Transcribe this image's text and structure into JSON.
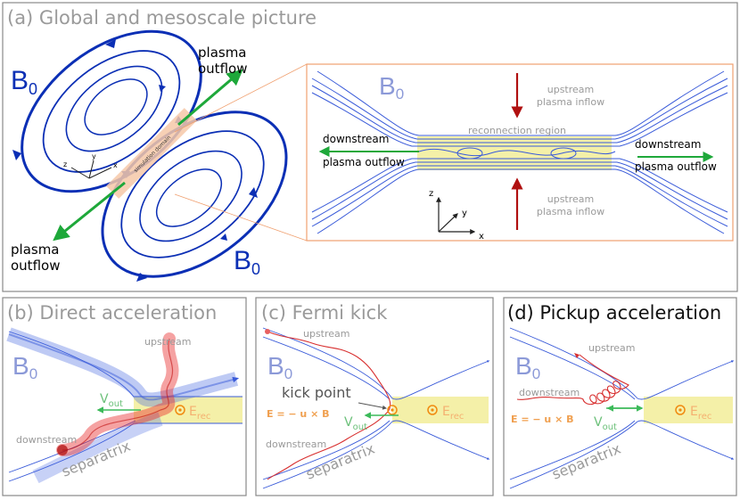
{
  "colors": {
    "field_line": "#0b2fb5",
    "field_line_light": "#3a5bd9",
    "b_label": "#8c9ad8",
    "panel_title_gray": "#9a9a9a",
    "outflow_arrow": "#1ea83a",
    "inflow_arrow": "#b01010",
    "reconnection_region": "#f4f0a8",
    "frame_orange": "#f0a070",
    "efield_orange": "#f08a10"
  },
  "panel_a": {
    "title": "(a) Global and mesoscale picture",
    "b0_top": "B",
    "b0_bottom": "B",
    "b0_sub": "0",
    "outflow_top": [
      "plasma",
      "outflow"
    ],
    "outflow_bottom": [
      "plasma",
      "outflow"
    ],
    "simulation_domain": "simulation domain",
    "axes": {
      "z": "z",
      "y": "y",
      "x": "x"
    },
    "inset": {
      "b0": "B",
      "b0_sub": "0",
      "upstream_top": [
        "upstream",
        "plasma inflow"
      ],
      "upstream_bottom": [
        "upstream",
        "plasma inflow"
      ],
      "reconnection_region": "reconnection region",
      "downstream_left": [
        "downstream",
        "plasma outflow"
      ],
      "downstream_right": [
        "downstream",
        "plasma outflow"
      ],
      "axes": {
        "z": "z",
        "y": "y",
        "x": "x"
      }
    }
  },
  "panel_b": {
    "title": "(b) Direct acceleration",
    "b0": "B",
    "b0_sub": "0",
    "upstream": "upstream",
    "downstream": "downstream",
    "separatrix": "separatrix",
    "v_out": "V",
    "v_out_sub": "out",
    "e_rec": "E",
    "e_rec_sub": "rec"
  },
  "panel_c": {
    "title": "(c) Fermi kick",
    "b0": "B",
    "b0_sub": "0",
    "upstream": "upstream",
    "kick_point": "kick point",
    "e_formula": "E = − u × B",
    "v_out": "V",
    "v_out_sub": "out",
    "e_rec": "E",
    "e_rec_sub": "rec",
    "downstream": "downstream",
    "separatrix": "separatrix"
  },
  "panel_d": {
    "title": "(d) Pickup acceleration",
    "b0": "B",
    "b0_sub": "0",
    "upstream": "upstream",
    "downstream": "downstream",
    "e_formula": "E = − u × B",
    "v_out": "V",
    "v_out_sub": "out",
    "e_rec": "E",
    "e_rec_sub": "rec",
    "separatrix": "separatrix"
  }
}
